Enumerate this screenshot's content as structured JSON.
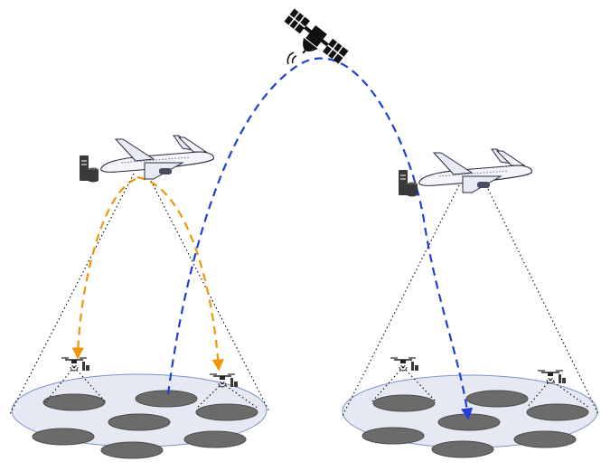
{
  "colors": {
    "background": "#ffffff",
    "satellite_link": "#1f3fd6",
    "aircraft_link": "#f0960a",
    "coverage_line": "#000000",
    "ground_area_fill": "#e6e9f4",
    "ground_area_stroke": "#7b93c9",
    "cluster_fill": "#6b6b6b",
    "cluster_stroke": "#4d4d4d",
    "aircraft_body": "#f4f5fb",
    "aircraft_outline": "#2a2a40",
    "server": "#3a3a3a",
    "satellite": "#111111"
  },
  "icons": {
    "satellite": "satellite-icon",
    "aircraft": "airplane-icon",
    "server": "server-database-icon",
    "drone": "drone-icon"
  },
  "nodes": {
    "satellite_count": 1,
    "aircraft_count": 2,
    "drone_count": 4,
    "ground_areas": [
      {
        "cluster_count": 7
      },
      {
        "cluster_count": 7
      }
    ]
  }
}
